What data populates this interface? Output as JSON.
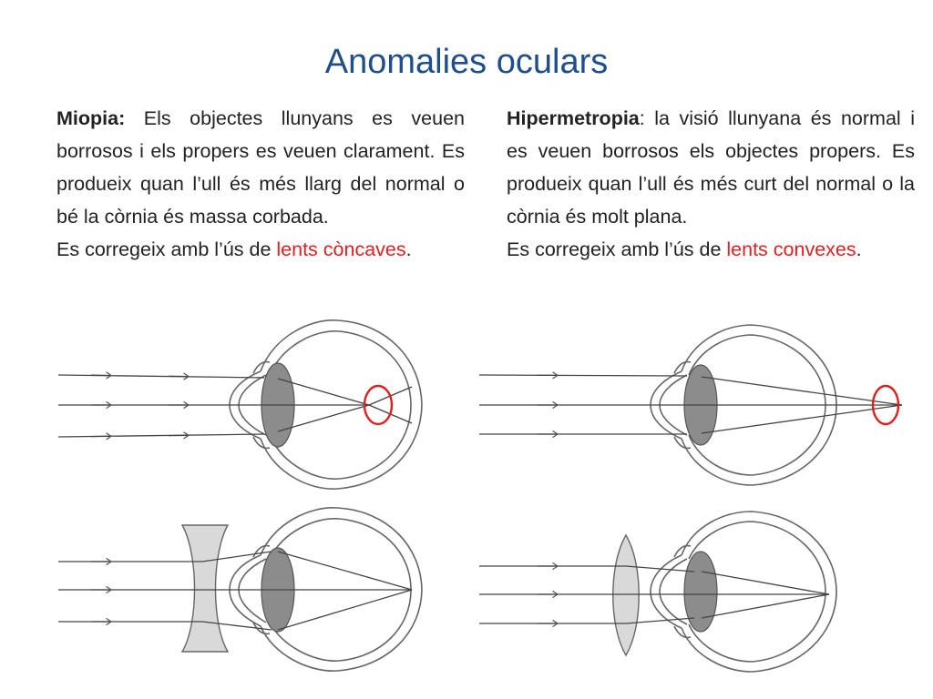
{
  "title": "Anomalies oculars",
  "myopia": {
    "term": "Miopia:",
    "description": " Els objectes llunyans es veuen borrosos i els propers es veuen clarament. Es produeix quan l’ull és més llarg del normal o bé la còrnia és massa corbada.",
    "correction_prefix": "Es corregeix amb l’ús de ",
    "lens_type": "lents còncaves",
    "correction_suffix": "."
  },
  "hyperopia": {
    "term": "Hipermetropia",
    "description": ": la visió llunyana és normal i es veuen borrosos els objectes propers. Es produeix quan l’ull és més curt del normal o la còrnia és molt plana.",
    "correction_prefix": "Es corregeix amb l’ús de ",
    "lens_type": "lents convexes",
    "correction_suffix": "."
  },
  "colors": {
    "title": "#1f4e8c",
    "highlight": "#e02020",
    "lens_fill": "#8c8c8c",
    "eye_outline": "#555555"
  }
}
